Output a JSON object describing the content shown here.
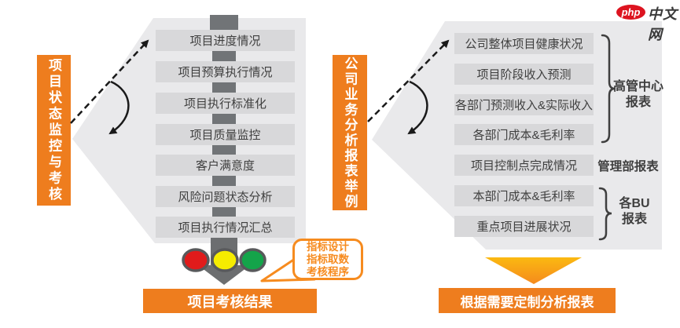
{
  "logo": {
    "badge": "php",
    "text": "中文网"
  },
  "colors": {
    "accent_orange": "#EE7D1E",
    "callout_orange": "#F68B1F",
    "funnel_gray": "#E9E9EB",
    "box_gray": "#D8D8DA",
    "connector_gray": "#717477",
    "traffic_red": "#E01B1B",
    "traffic_yellow": "#F5EC00",
    "traffic_green": "#14A44A"
  },
  "left": {
    "bar_label": "项目状态监控与考核",
    "items": [
      "项目进度情况",
      "项目预算执行情况",
      "项目执行标准化",
      "项目质量监控",
      "客户满意度",
      "风险问题状态分析",
      "项目执行情况汇总"
    ],
    "callout_lines": [
      "指标设计",
      "指标取数",
      "考核程序"
    ],
    "result_label": "项目考核结果"
  },
  "right": {
    "bar_label": "公司业务分析报表举例",
    "items": [
      "公司整体项目健康状况",
      "项目阶段收入预测",
      "各部门预测收入&实际收入",
      "各部门成本&毛利率",
      "项目控制点完成情况",
      "本部门成本&毛利率",
      "重点项目进展状况"
    ],
    "groups": [
      {
        "label": "高管中心报表"
      },
      {
        "label": "管理部报表"
      },
      {
        "label": "各BU报表"
      }
    ],
    "result_label": "根据需要定制分析报表"
  }
}
